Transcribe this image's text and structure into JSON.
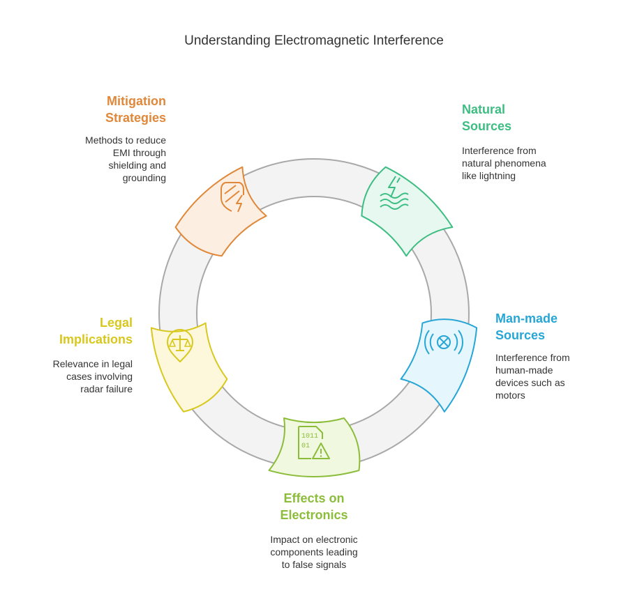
{
  "title": "Understanding Electromagnetic Interference",
  "colors": {
    "ring_fill": "#f3f3f3",
    "ring_stroke": "#a8a8a8"
  },
  "segments": [
    {
      "key": "natural",
      "heading_line1": "Natural",
      "heading_line2": "Sources",
      "desc_lines": [
        "Interference from",
        "natural phenomena",
        "like lightning"
      ],
      "color": "#3dbd82",
      "fill": "#e6f8ef",
      "icon": "lightning-waves-icon"
    },
    {
      "key": "manmade",
      "heading_line1": "Man-made",
      "heading_line2": "Sources",
      "desc_lines": [
        "Interference from",
        "human-made",
        "devices such as",
        "motors"
      ],
      "color": "#27a6d6",
      "fill": "#e5f6fc",
      "icon": "signal-interference-icon"
    },
    {
      "key": "effects",
      "heading_line1": "Effects on",
      "heading_line2": "Electronics",
      "desc_lines": [
        "Impact on electronic",
        "components leading",
        "to false signals"
      ],
      "color": "#8cbd3a",
      "fill": "#f1f8e0",
      "icon": "binary-warning-icon"
    },
    {
      "key": "legal",
      "heading_line1": "Legal",
      "heading_line2": "Implications",
      "desc_lines": [
        "Relevance in legal",
        "cases involving",
        "radar failure"
      ],
      "color": "#d8c81e",
      "fill": "#fdf8dc",
      "icon": "scales-pin-icon"
    },
    {
      "key": "mitigation",
      "heading_line1": "Mitigation",
      "heading_line2": "Strategies",
      "desc_lines": [
        "Methods to reduce",
        "EMI through",
        "shielding and",
        "grounding"
      ],
      "color": "#e0883a",
      "fill": "#fdeee2",
      "icon": "shield-bolt-icon"
    }
  ]
}
